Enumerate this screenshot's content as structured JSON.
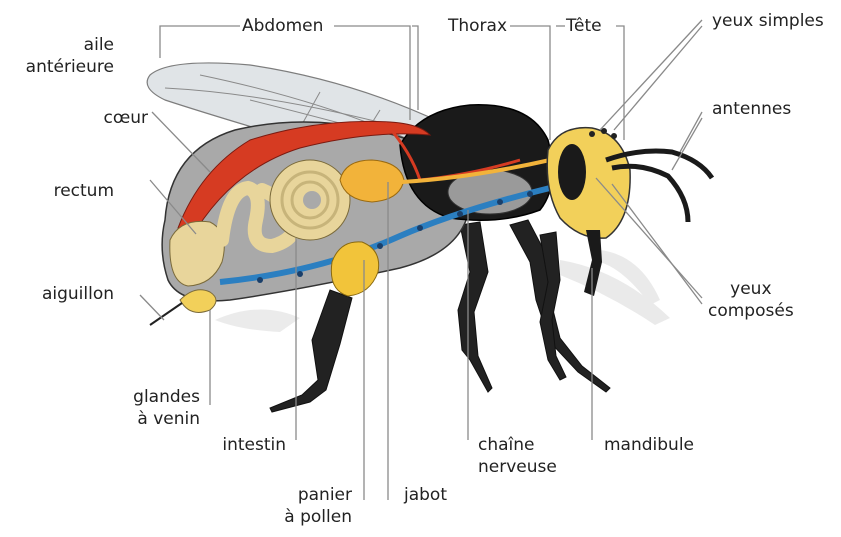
{
  "labels": {
    "abdomen": "Abdomen",
    "thorax": "Thorax",
    "tete": "Tête",
    "yeux_simples": "yeux simples",
    "antennes": "antennes",
    "aile_line1": "aile",
    "aile_line2": "antérieure",
    "coeur": "cœur",
    "rectum": "rectum",
    "aiguillon": "aiguillon",
    "glandes_line1": "glandes",
    "glandes_line2": "à venin",
    "intestin": "intestin",
    "panier_line1": "panier",
    "panier_line2": "à pollen",
    "jabot": "jabot",
    "chaine_line1": "chaîne",
    "chaine_line2": "nerveuse",
    "mandibule": "mandibule",
    "yeux_composes_line1": "yeux",
    "yeux_composes_line2": "composés"
  },
  "colors": {
    "body_gray": "#a9a9a9",
    "black": "#1a1a1a",
    "heart_red": "#d63b22",
    "gut_tan": "#e8d59b",
    "crop_orange": "#f2b33a",
    "head_yellow": "#f2d05a",
    "nerve_blue": "#2b7fc1",
    "wing_gray": "#dfe3e6",
    "leader_line": "#8a8a8a"
  }
}
